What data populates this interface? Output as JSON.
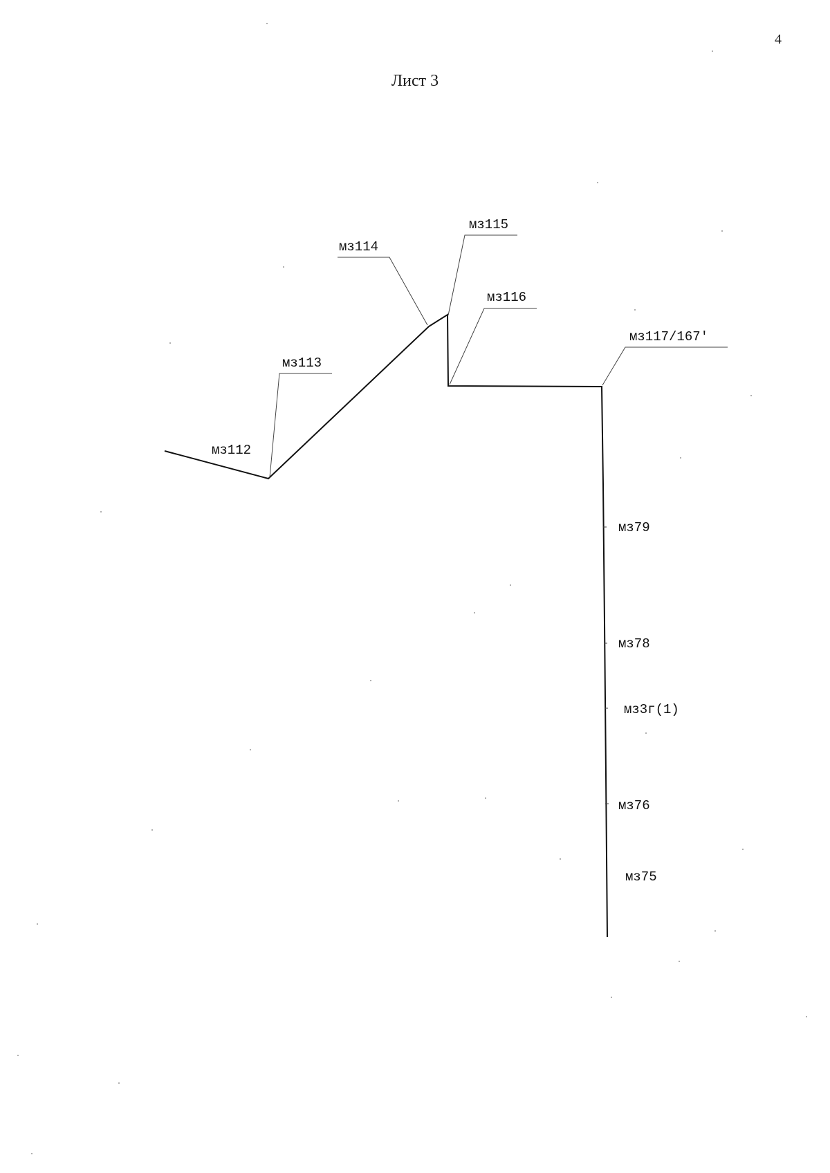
{
  "page": {
    "number": "4",
    "title": "Лист 3"
  },
  "diagram": {
    "labels": {
      "p112": "мз112",
      "p113": "мз113",
      "p114": "мз114",
      "p115": "мз115",
      "p116": "мз116",
      "p117": "мз117/167'",
      "p79": "мз79",
      "p78": "мз78",
      "p3g": "мз3г(1)",
      "p76": "мз76",
      "p75": "мз75"
    }
  }
}
